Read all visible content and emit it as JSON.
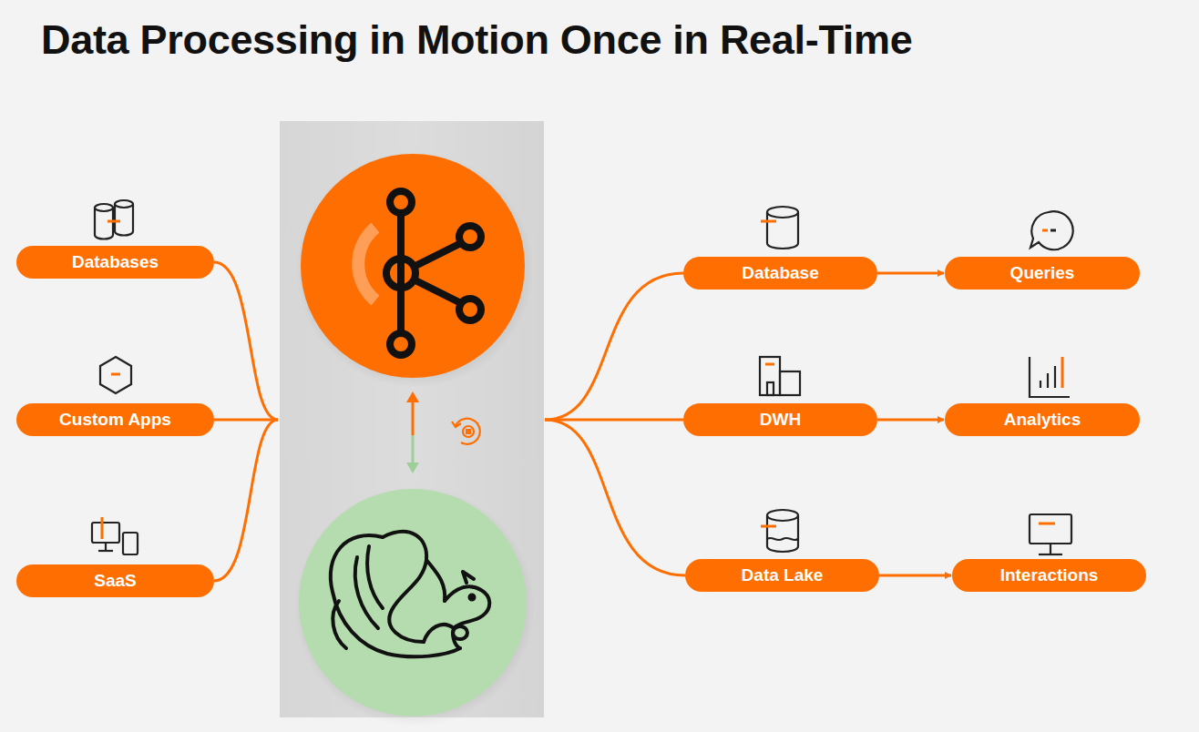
{
  "diagram": {
    "title": "Data Processing in Motion Once in Real-Time",
    "nodes": [
      {
        "text": [
          "Databases"
        ]
      },
      {
        "text": [
          "Custom Apps"
        ]
      },
      {
        "text": [
          "SaaS"
        ]
      },
      {
        "text": [
          "Database"
        ]
      },
      {
        "text": [
          "Queries"
        ]
      },
      {
        "text": [
          "DWH"
        ]
      },
      {
        "text": [
          "Analytics"
        ]
      },
      {
        "text": [
          "Data Lake"
        ]
      },
      {
        "text": [
          "Interactions"
        ]
      }
    ],
    "edges": [
      {
        "from": 3,
        "to": 4,
        "arrow": "to"
      },
      {
        "from": 5,
        "to": 6,
        "arrow": "to"
      },
      {
        "from": 7,
        "to": 8,
        "arrow": "to"
      }
    ]
  }
}
